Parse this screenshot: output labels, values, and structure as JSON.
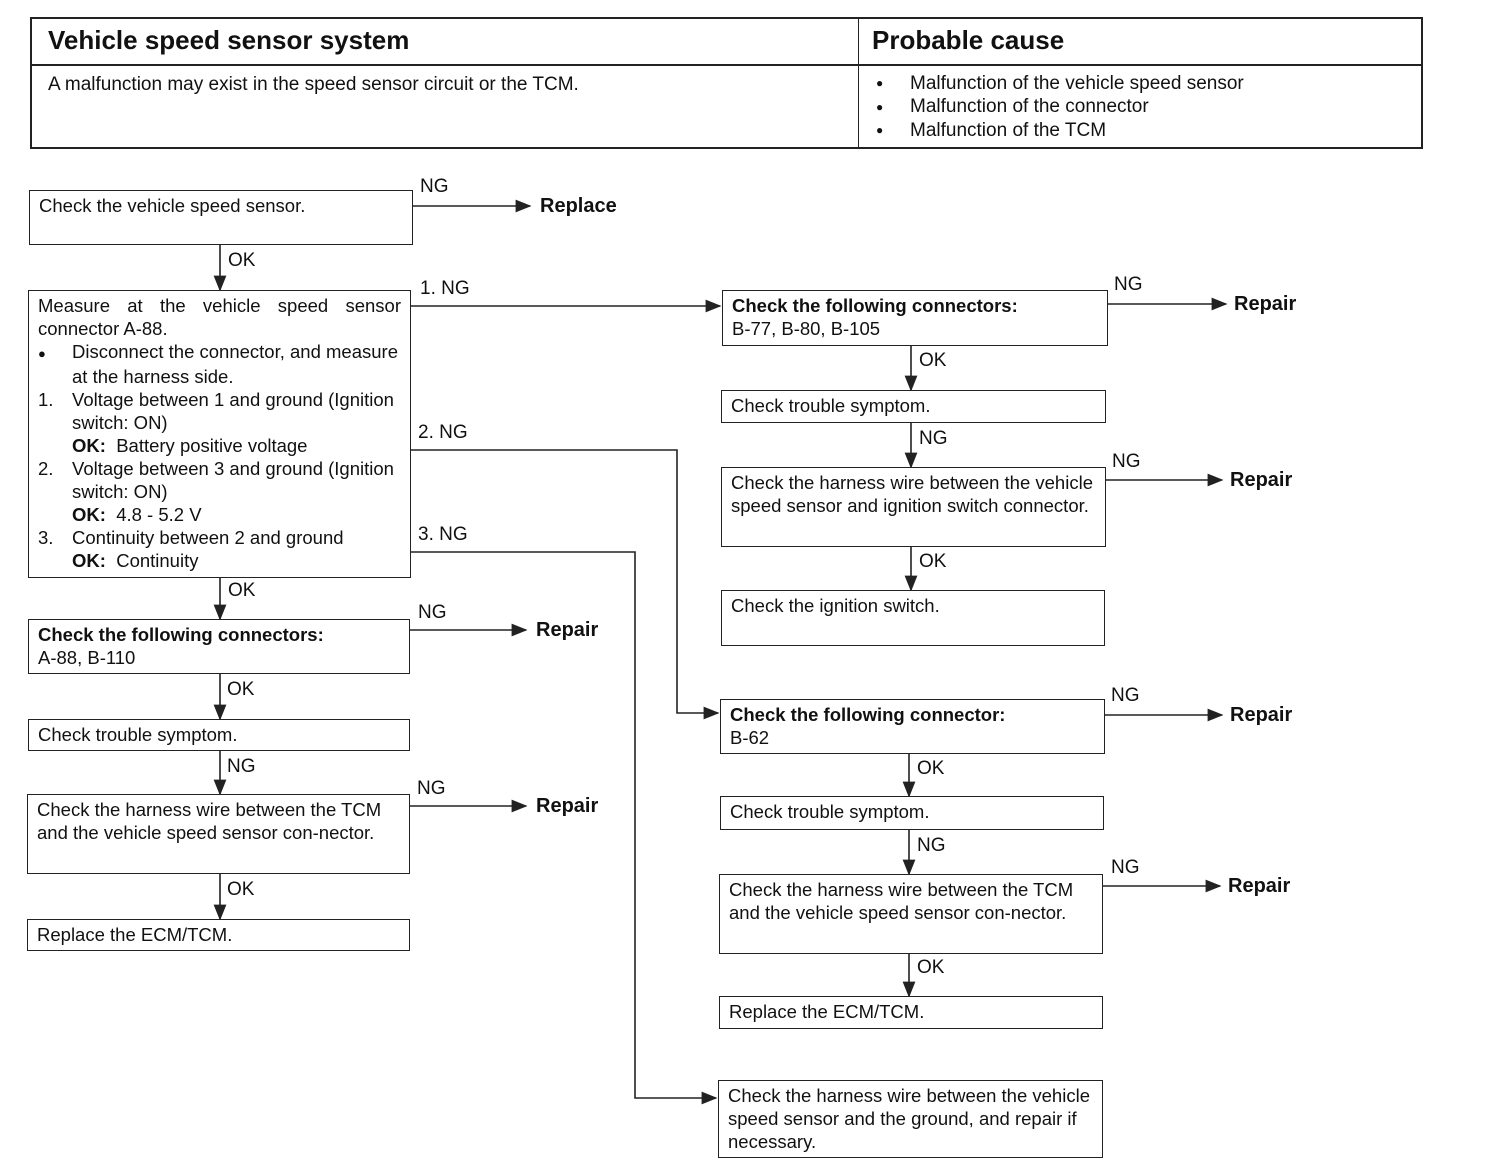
{
  "header": {
    "title_left": "Vehicle speed sensor system",
    "title_right": "Probable cause",
    "description": "A malfunction may exist in the speed sensor circuit or the TCM.",
    "causes": [
      "Malfunction of the vehicle speed sensor",
      "Malfunction of the connector",
      "Malfunction of the TCM"
    ]
  },
  "labels": {
    "ok": "OK",
    "ng": "NG",
    "ng1": "1. NG",
    "ng2": "2. NG",
    "ng3": "3. NG"
  },
  "results": {
    "replace": "Replace",
    "repair": "Repair"
  },
  "boxes": {
    "check_sensor": "Check the vehicle speed sensor.",
    "measure": {
      "intro": "Measure at the vehicle speed sensor connector A-88.",
      "bullet": "Disconnect the connector, and measure at the harness side.",
      "items": [
        {
          "num": "1.",
          "text": "Voltage between 1 and ground (Ignition switch: ON)",
          "ok_label": "OK:",
          "ok_value": "Battery positive voltage"
        },
        {
          "num": "2.",
          "text": "Voltage between 3 and ground (Ignition switch: ON)",
          "ok_label": "OK:",
          "ok_value": "4.8 - 5.2 V"
        },
        {
          "num": "3.",
          "text": "Continuity between 2 and ground",
          "ok_label": "OK:",
          "ok_value": "Continuity"
        }
      ]
    },
    "conn_a88": {
      "title": "Check the following connectors:",
      "value": "A-88, B-110"
    },
    "trouble": "Check trouble symptom.",
    "harness_tcm": "Check the harness wire between the TCM and the vehicle speed sensor con-nector.",
    "replace_ecm": "Replace the ECM/TCM.",
    "conn_b77": {
      "title": "Check the following connectors:",
      "value": "B-77, B-80, B-105"
    },
    "harness_ign": "Check the harness wire between the vehicle speed sensor and ignition switch connector.",
    "ignition": "Check the ignition switch.",
    "conn_b62": {
      "title": "Check the following connector:",
      "value": "B-62"
    },
    "harness_ground": "Check the harness wire between the vehicle speed sensor and the ground, and repair if necessary."
  }
}
